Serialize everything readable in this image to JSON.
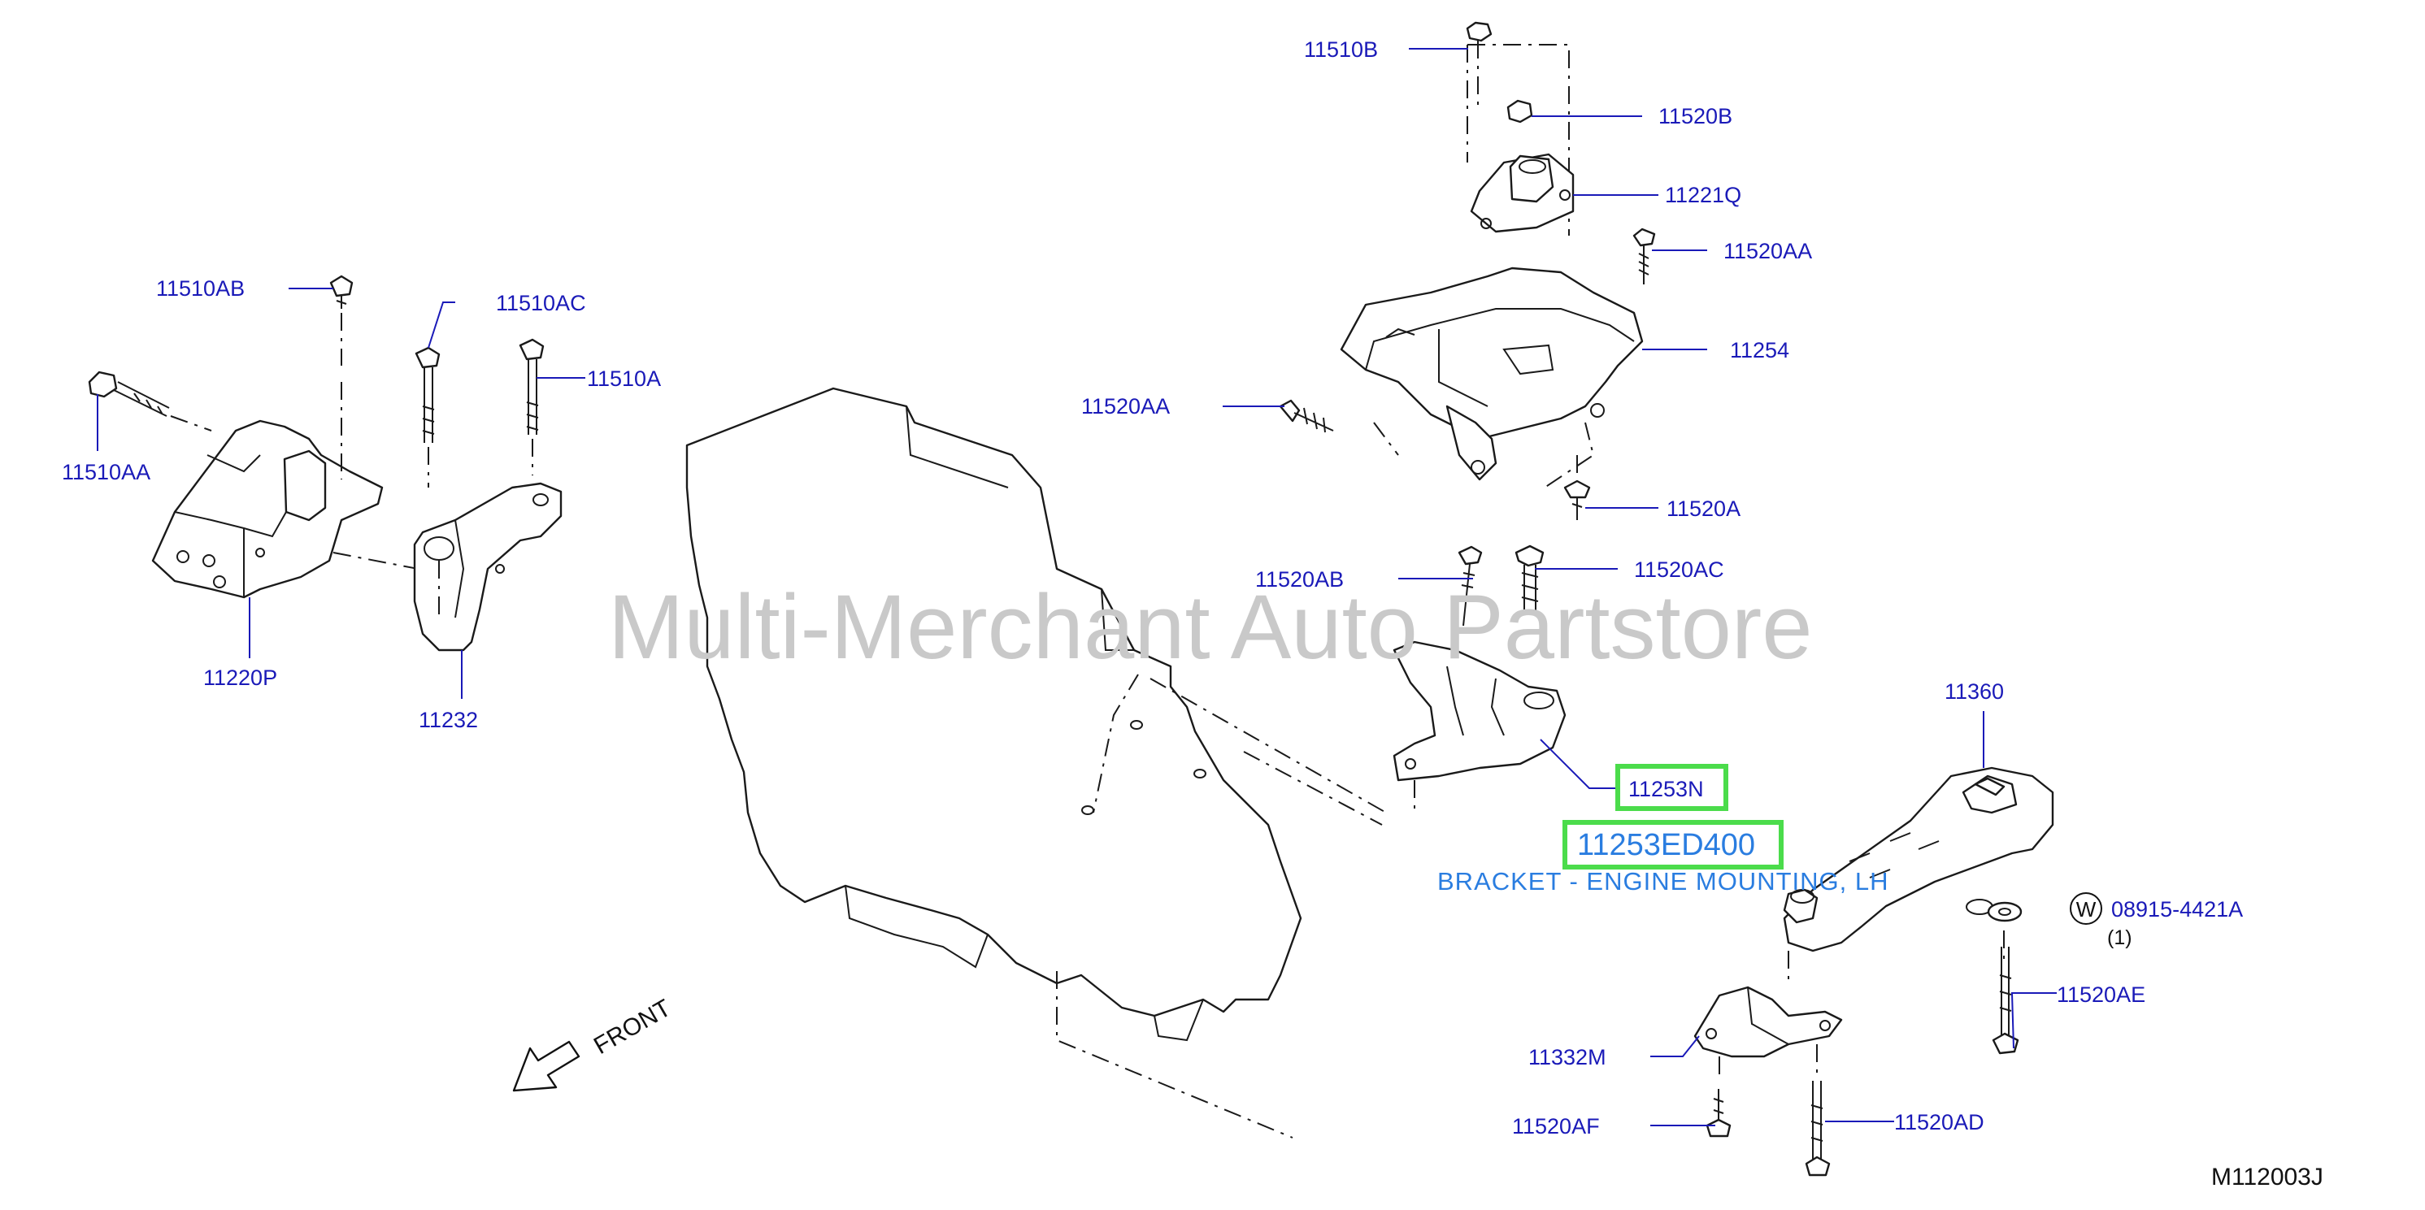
{
  "diagram": {
    "watermark": "Multi-Merchant Auto Partstore",
    "diagram_code": "M112003J",
    "front_label": "FRONT",
    "highlight": {
      "part_code": "11253ED400",
      "description": "BRACKET - ENGINE MOUNTING, LH"
    },
    "callouts": {
      "c11510B": "11510B",
      "c11520B": "11520B",
      "c11221Q": "11221Q",
      "c11520AA_top": "11520AA",
      "c11254": "11254",
      "c11520AA_left": "11520AA",
      "c11520A": "11520A",
      "c11520AB": "11520AB",
      "c11520AC": "11520AC",
      "c11253N": "11253N",
      "c11360": "11360",
      "c08915": "08915-4421A",
      "c08915_qty": "(1)",
      "c08915_symbol": "W",
      "c11520AE": "11520AE",
      "c11332M": "11332M",
      "c11520AF": "11520AF",
      "c11520AD": "11520AD",
      "c11510AB": "11510AB",
      "c11510AC": "11510AC",
      "c11510A": "11510A",
      "c11510AA": "11510AA",
      "c11220P": "11220P",
      "c11232": "11232"
    }
  }
}
